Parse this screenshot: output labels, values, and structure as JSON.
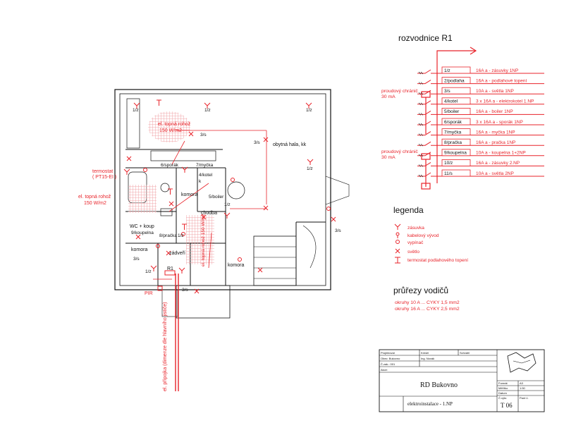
{
  "colors": {
    "accent": "#e8232a",
    "ink": "#111111",
    "heat": "#f1a6a8"
  },
  "panel": {
    "title": "rozvodnice R1",
    "rcd_label_1": "proudový chránič",
    "rcd_label_1b": "30 mA",
    "rcd_label_2": "proudový chránič",
    "rcd_label_2b": "30 mA",
    "circuits": [
      {
        "id": "1/z",
        "desc": "16A a - zásuvky 1NP"
      },
      {
        "id": "2/podlaha",
        "desc": "16A a - podlahové topení"
      },
      {
        "id": "3/s",
        "desc": "10A a - světla 1NP"
      },
      {
        "id": "4/kotel",
        "desc": "3 x 16A a - elektrokotel 1.NP"
      },
      {
        "id": "5/boiler",
        "desc": "16A a - boiler 1NP"
      },
      {
        "id": "6/sporák",
        "desc": "3 x 16A a - sporák 1NP"
      },
      {
        "id": "7/myčka",
        "desc": "16A a - myčka 1NP"
      },
      {
        "id": "8/pračka",
        "desc": "16A a - pračka 1NP"
      },
      {
        "id": "9/koupelna",
        "desc": "10A a - koupelna 1+2NP"
      },
      {
        "id": "10/z",
        "desc": "16A a - zásuvky 2.NP"
      },
      {
        "id": "11/s",
        "desc": "10A a - světla 2NP"
      }
    ]
  },
  "legend": {
    "title": "legenda",
    "items": [
      {
        "icon": "socket-icon",
        "label": "zásuvka"
      },
      {
        "icon": "cable-outlet-icon",
        "label": "kabelový vývod"
      },
      {
        "icon": "switch-icon",
        "label": "vypínač"
      },
      {
        "icon": "light-icon",
        "label": "světlo"
      },
      {
        "icon": "thermostat-icon",
        "label": "termostat podlahového topení"
      }
    ]
  },
  "wires": {
    "title": "průřezy vodičů",
    "lines": [
      "okruhy 10 A ... CYKY 1,5 mm2",
      "okruhy 16 A ... CYKY 2,5 mm2"
    ]
  },
  "plan": {
    "rooms": {
      "hall": "obytná hala, kk",
      "komora1": "komora",
      "chodba": "chodba",
      "wc": "WC + koup",
      "wc2": "9/koupelna",
      "komora2": "komora",
      "zadveri": "zádveří",
      "komora3": "komora"
    },
    "labels": {
      "heat1a": "el. topná rohož",
      "heat1b": "150 W/m2",
      "heat2a": "el. topná rohož",
      "heat2b": "150 W/m2",
      "heat3": "el. topná rohož 150 W/m2",
      "thermo_a": "termostat",
      "thermo_b": "( PT15-EI )",
      "pripojka": "el. přípojka (dimenze dle hlavního jističe)",
      "r1": "R1",
      "pir": "PIR",
      "c1z": "1/z",
      "c3s": "3/s",
      "sporak": "6/sporák",
      "mycka": "7/myčka",
      "kotel": "4/kotel",
      "kotelk": "k",
      "boiler": "5/boiler",
      "pracka": "8/pračka",
      "kouplna": "9/koupelna"
    }
  },
  "titleblock": {
    "project": "RD Bukovno",
    "drawing": "elektroinstalace - 1.NP",
    "sheet": "T 06",
    "r1c1": "Projektoval",
    "r1c2": "Kreslil",
    "r1c3": "Schválil",
    "r2c1": "Obec: Bukovno",
    "r2c2": "Ing. Novák",
    "r3c1": "Č.zak.: 001",
    "r4c1": "Akce:",
    "f1": "Formát",
    "f1v": "A3",
    "f2": "Měřítko",
    "f2v": "1:50",
    "f3": "Datum",
    "f4": "Č.výkr.",
    "f5": "Paré č."
  }
}
